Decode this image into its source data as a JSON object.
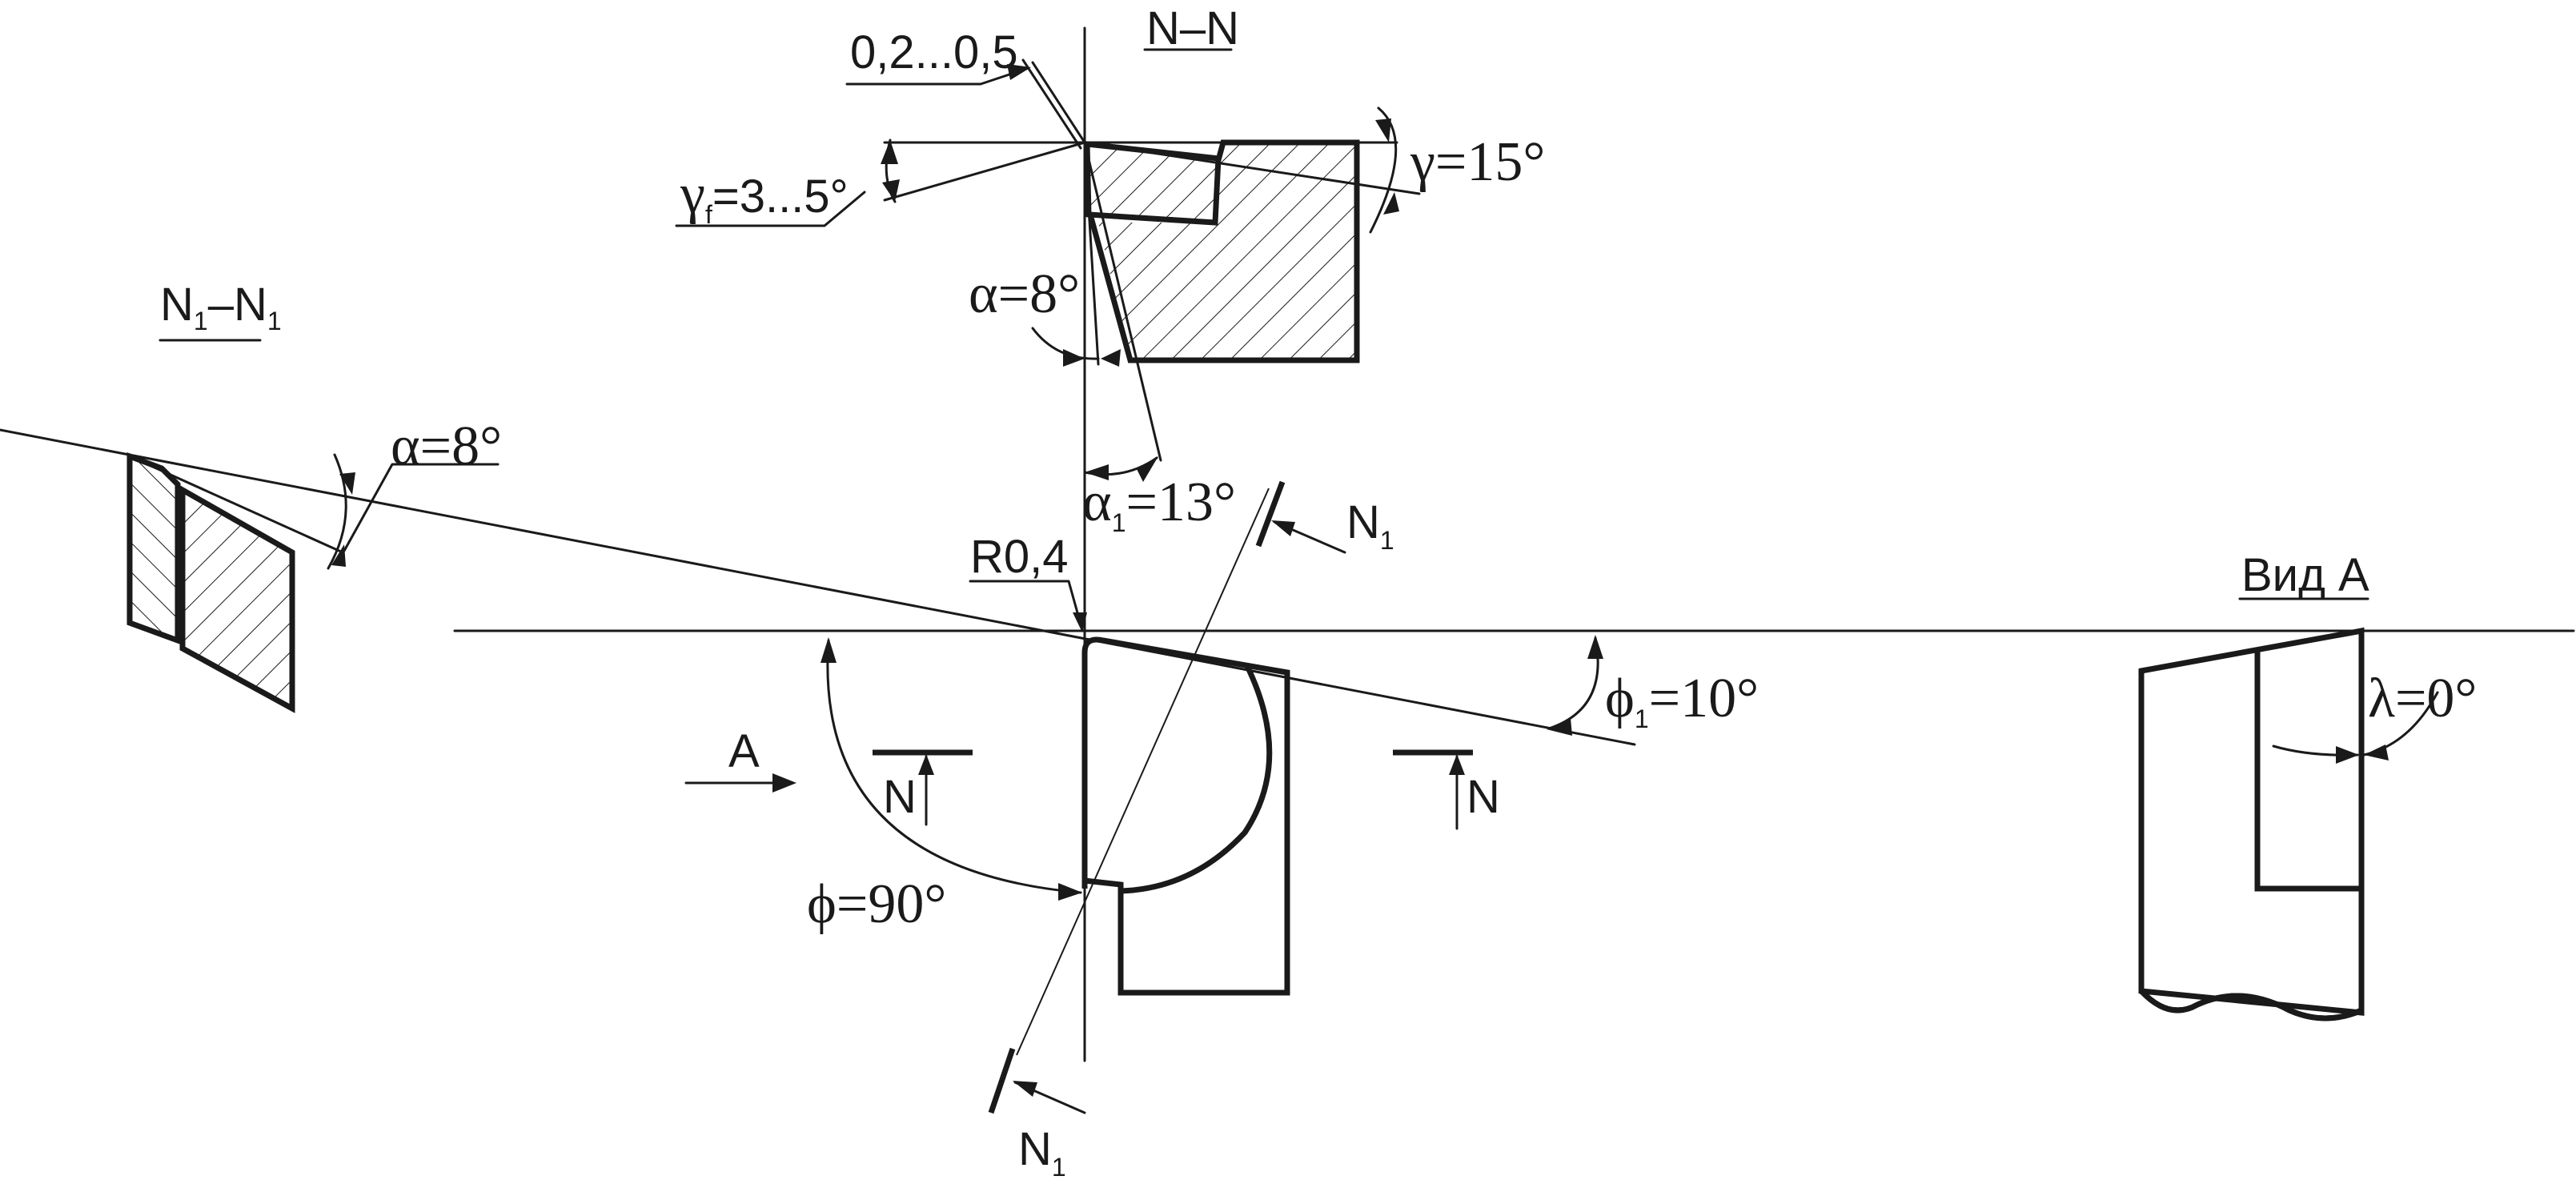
{
  "sections": {
    "n_n": "N–N",
    "n1_n1": {
      "base": "N",
      "sub": "1",
      "dash": "–",
      "base2": "N",
      "sub2": "1"
    },
    "view_a": "Вид А"
  },
  "markers": {
    "a": "A",
    "n": "N",
    "n1": {
      "base": "N",
      "sub": "1"
    }
  },
  "dimensions": {
    "land_width": "0,2...0,5",
    "gamma_f": {
      "sym": "γ",
      "sub": "f",
      "val": "=3...5°"
    },
    "gamma": "γ=15°",
    "alpha_top": "α=8°",
    "alpha_left": "α=8°",
    "alpha1": {
      "sym": "α",
      "sub": "1",
      "val": "=13°"
    },
    "nose_radius": "R0,4",
    "phi": "ϕ=90°",
    "phi1": {
      "sym": "ϕ",
      "sub": "1",
      "val": "=10°"
    },
    "lambda": "λ=0°"
  }
}
